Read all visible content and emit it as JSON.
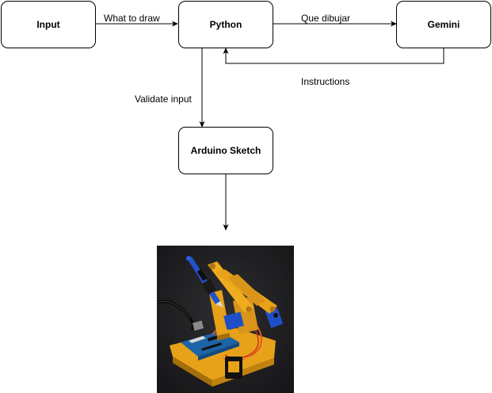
{
  "nodes": {
    "input": "Input",
    "python": "Python",
    "gemini": "Gemini",
    "arduino": "Arduino Sketch"
  },
  "edges": {
    "input_to_python": "What to draw",
    "python_to_gemini": "Que dibujar",
    "gemini_to_python": "Instructions",
    "python_to_arduino": "Validate input"
  },
  "image": {
    "icon": "robot-arm-photo"
  }
}
